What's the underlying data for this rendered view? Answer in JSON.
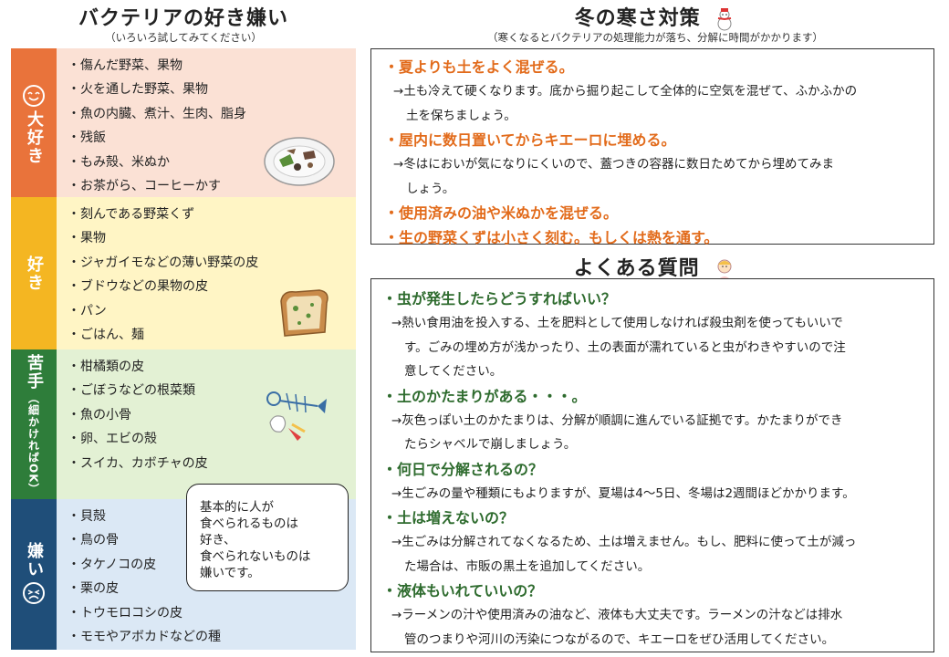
{
  "left": {
    "title": "バクテリアの好き嫌い",
    "subtitle": "（いろいろ試してみてください）",
    "categories": [
      {
        "label": "大好き",
        "items": [
          "・傷んだ野菜、果物",
          "・火を通した野菜、果物",
          "・魚の内臓、煮汁、生肉、脂身",
          "・残飯",
          "・もみ殻、米ぬか",
          "・お茶がら、コーヒーかす"
        ]
      },
      {
        "label": "好き",
        "items": [
          "・刻んである野菜くず",
          "・果物",
          "・ジャガイモなどの薄い野菜の皮",
          "・ブドウなどの果物の皮",
          "・パン",
          "・ごはん、麺"
        ]
      },
      {
        "label": "苦手",
        "note": "（細かければOK）",
        "items": [
          "・柑橘類の皮",
          "・ごぼうなどの根菜類",
          "・魚の小骨",
          "・卵、エビの殻",
          "・スイカ、カボチャの皮"
        ]
      },
      {
        "label": "嫌い",
        "items": [
          "・貝殻",
          "・鳥の骨",
          "・タケノコの皮",
          "・栗の皮",
          "・トウモロコシの皮",
          "・モモやアボカドなどの種"
        ]
      }
    ],
    "note_lines": [
      "基本的に人が",
      "食べられるものは",
      "好き、",
      "食べられないものは",
      "嫌いです。"
    ]
  },
  "winter": {
    "title": "冬の寒さ対策",
    "subtitle": "（寒くなるとバクテリアの処理能力が落ち、分解に時間がかかります）",
    "tips": [
      {
        "heading": "・夏よりも土をよく混ぜる。",
        "body": [
          "→土も冷えて硬くなります。底から掘り起こして全体的に空気を混ぜて、ふかふかの",
          "土を保ちましょう。"
        ]
      },
      {
        "heading": "・屋内に数日置いてからキエーロに埋める。",
        "body": [
          "→冬はにおいが気になりにくいので、蓋つきの容器に数日ためてから埋めてみま",
          "しょう。"
        ]
      },
      {
        "heading": "・使用済みの油や米ぬかを混ぜる。",
        "body": []
      },
      {
        "heading": "・生の野菜くずは小さく刻む。もしくは熱を通す。",
        "body": []
      }
    ]
  },
  "faq": {
    "title": "よくある質問",
    "items": [
      {
        "q": "・虫が発生したらどうすればいい？",
        "a": [
          "→熱い食用油を投入する、土を肥料として使用しなければ殺虫剤を使ってもいいで",
          "す。ごみの埋め方が浅かったり、土の表面が濡れていると虫がわきやすいので注",
          "意してください。"
        ]
      },
      {
        "q": "・土のかたまりがある・・・。",
        "a": [
          "→灰色っぽい土のかたまりは、分解が順調に進んでいる証拠です。かたまりができ",
          "たらシャベルで崩しましょう。"
        ]
      },
      {
        "q": "・何日で分解されるの？",
        "a": [
          "→生ごみの量や種類にもよりますが、夏場は4～5日、冬場は2週間ほどかかります。"
        ]
      },
      {
        "q": "・土は増えないの？",
        "a": [
          "→生ごみは分解されてなくなるため、土は増えません。もし、肥料に使って土が減っ",
          "た場合は、市販の黒土を追加してください。"
        ]
      },
      {
        "q": "・液体もいれていいの？",
        "a": [
          "→ラーメンの汁や使用済みの油など、液体も大丈夫です。ラーメンの汁などは排水",
          "管のつまりや河川の汚染につながるので、キエーロをぜひ活用してください。"
        ]
      }
    ]
  },
  "icons": {
    "happy_face": "smiley-face-icon",
    "sad_face": "crying-face-icon",
    "snowman": "snowman-icon",
    "thinking_person": "thinking-person-icon",
    "plate": "food-scraps-plate-illustration",
    "bread": "moldy-bread-illustration",
    "fishbone": "fish-bone-eggshell-illustration"
  }
}
